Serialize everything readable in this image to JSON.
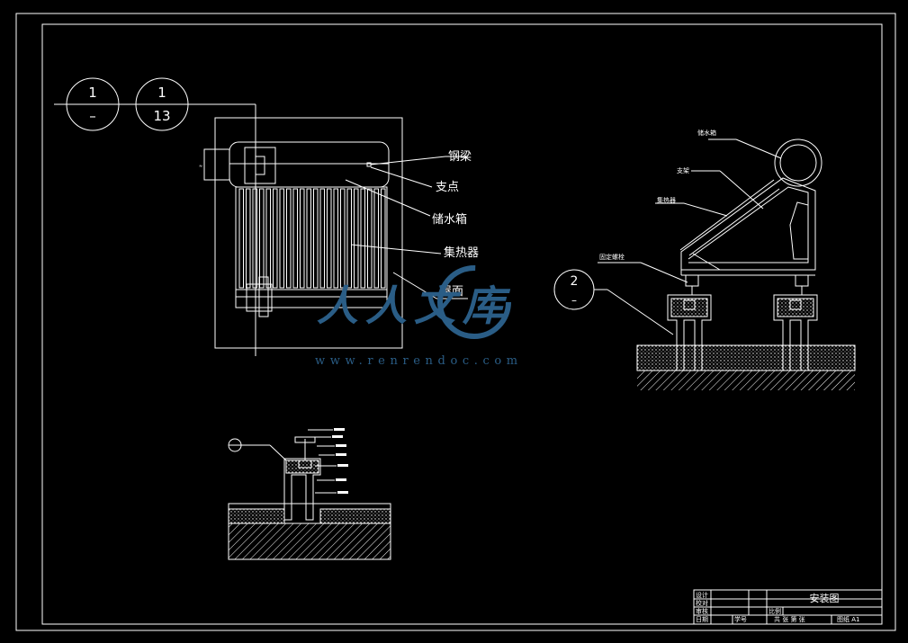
{
  "sheet": {
    "background": "#000000",
    "line_color": "#ffffff"
  },
  "detail_markers": [
    {
      "top": "1",
      "bottom": "–"
    },
    {
      "top": "1",
      "bottom": "13"
    }
  ],
  "plan_view": {
    "labels": [
      "钢梁",
      "支点",
      "储水箱",
      "集热器",
      "屋面"
    ]
  },
  "side_view": {
    "labels": [
      "储水箱",
      "支架",
      "集热器",
      "固定螺栓"
    ],
    "section_marker": {
      "top": "2",
      "bottom": "–"
    }
  },
  "watermark": {
    "brand": "人人文库",
    "url": "www.renrendoc.com",
    "color": "#2a5d86"
  },
  "title_block": {
    "title": "安装图",
    "role_labels": [
      "设计",
      "校对",
      "审核",
      "日期"
    ],
    "scale_label": "比例",
    "number_label": "学号",
    "sheets_label": "共 张 第 张",
    "paper_label": "图纸 A1"
  }
}
